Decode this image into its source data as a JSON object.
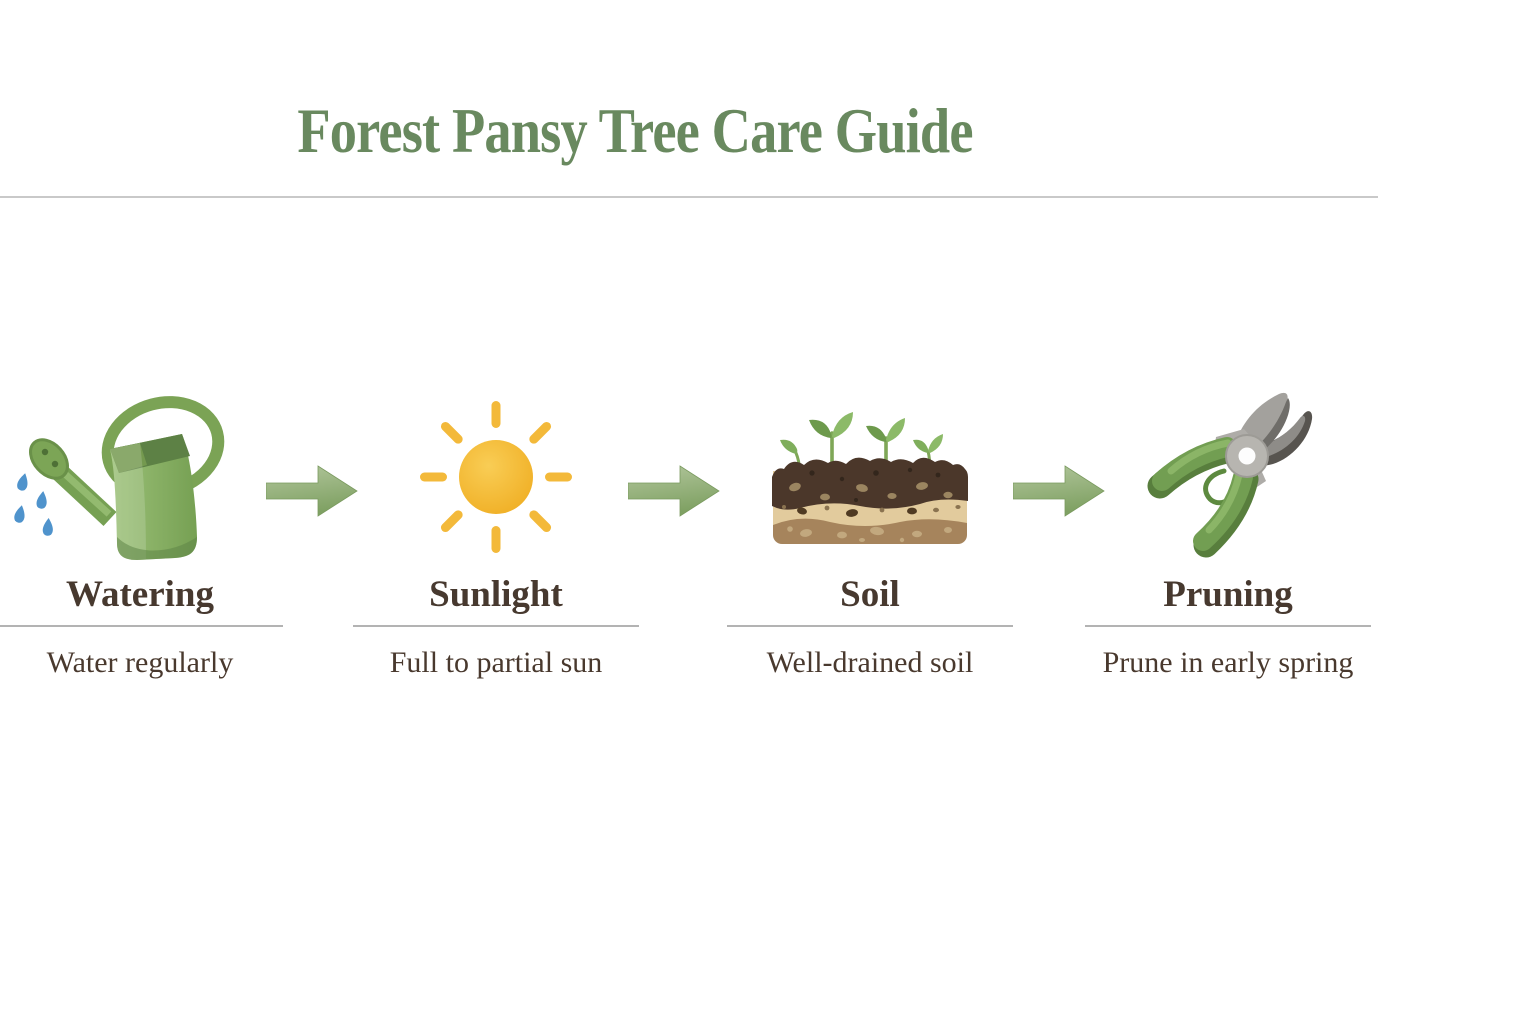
{
  "title": "Forest Pansy Tree Care Guide",
  "steps": [
    {
      "label": "Watering",
      "description": "Water regularly",
      "icon": "watering-can-icon"
    },
    {
      "label": "Sunlight",
      "description": "Full to partial sun",
      "icon": "sun-icon"
    },
    {
      "label": "Soil",
      "description": "Well-drained soil",
      "icon": "soil-icon"
    },
    {
      "label": "Pruning",
      "description": "Prune in early spring",
      "icon": "pruning-shears-icon"
    }
  ],
  "colors": {
    "background": "#ffffff",
    "title_green": "#69895f",
    "text_brown": "#47392f",
    "divider_gray": "#c9c9c9",
    "underline_gray": "#b3b3b3",
    "arrow_green": "#8fae77",
    "can_green": "#7fa45c",
    "drop_blue": "#4f93cc",
    "sun_yellow": "#f3b93a",
    "soil_dark_brown": "#4b372a",
    "soil_tan": "#e2cb9d",
    "soil_light_brown": "#a6845c",
    "sprout_green": "#83b160",
    "shear_handle_green": "#729e52",
    "shear_blade_gray": "#9a9894"
  }
}
